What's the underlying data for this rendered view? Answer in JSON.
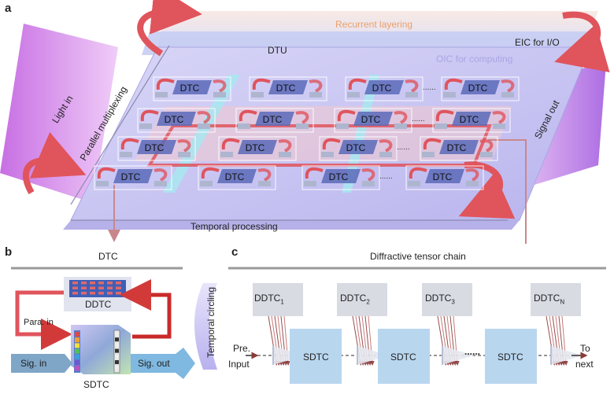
{
  "panel_a": {
    "letter": "a",
    "labels": {
      "recurrent_layering": "Recurrent layering",
      "dtu": "DTU",
      "eic": "EIC for I/O",
      "oic": "OIC for computing",
      "light_in": "Light in",
      "parallel_multiplexing": "Parallel multiplexing",
      "signal_out": "Signal out",
      "temporal_processing": "Temporal processing"
    },
    "dtc_label": "DTC",
    "dots": "......",
    "colors": {
      "arrow": "#e0545c",
      "plane": "#c9c6f2",
      "purple": "#c77be8",
      "cyan": "#a8e6f0"
    }
  },
  "panel_b": {
    "letter": "b",
    "title": "DTC",
    "ddtc": "DDTC",
    "sdtc": "SDTC",
    "para_in": "Para. in",
    "sig_in": "Sig. in",
    "sig_out": "Sig. out",
    "temporal_circling": "Temporal circling"
  },
  "panel_c": {
    "letter": "c",
    "title": "Diffractive tensor chain",
    "ddtc_boxes": [
      {
        "base": "DDTC",
        "sub": "1"
      },
      {
        "base": "DDTC",
        "sub": "2"
      },
      {
        "base": "DDTC",
        "sub": "3"
      },
      {
        "base": "DDTC",
        "sub": "N"
      }
    ],
    "sdtc_boxes": [
      "SDTC",
      "SDTC",
      "SDTC"
    ],
    "dots": "......",
    "pre_input": [
      "Pre.",
      "Input"
    ],
    "to_next": [
      "To",
      "next"
    ]
  }
}
